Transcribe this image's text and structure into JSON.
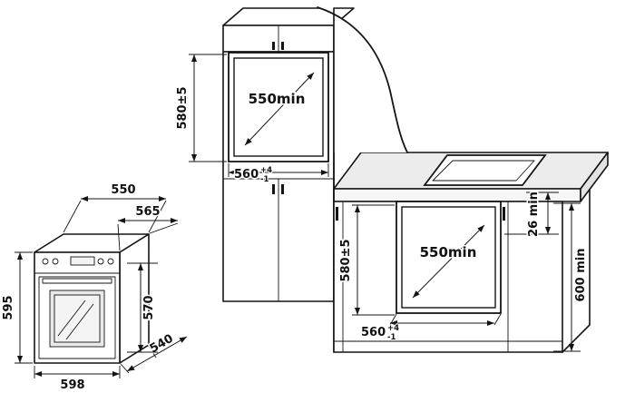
{
  "oven": {
    "top_width": "550",
    "top_depth": "565",
    "height": "595",
    "bottom_width": "598",
    "bottom_depth": "540",
    "side_height": "570"
  },
  "column": {
    "niche_height": "580±5",
    "niche_depth": "550min",
    "niche_width": "560",
    "tol_plus": "+4",
    "tol_minus": "-1"
  },
  "base": {
    "niche_height": "580±5",
    "niche_depth": "550min",
    "niche_width": "560",
    "tol_plus": "+4",
    "tol_minus": "-1",
    "hob_clearance": "26 min",
    "worktop_height": "600 min"
  }
}
